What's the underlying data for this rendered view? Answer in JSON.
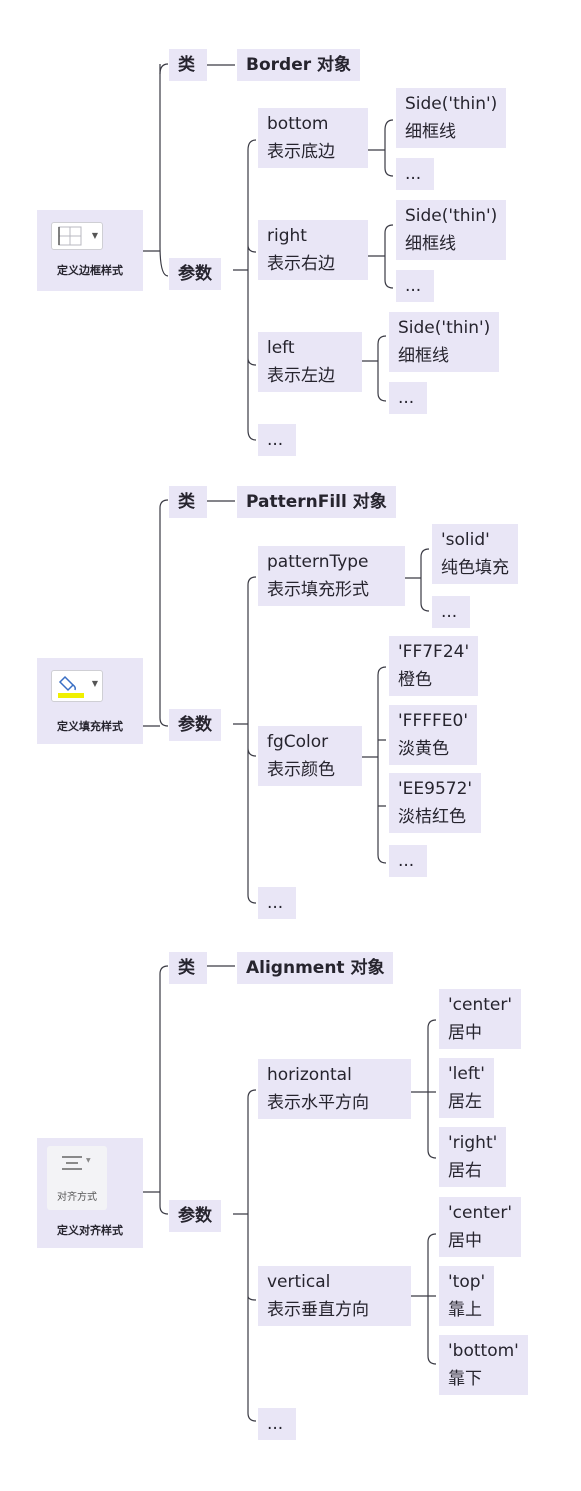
{
  "sections": [
    {
      "root_label": "定义边框样式",
      "lei": "类",
      "class_name": "Border 对象",
      "canshu": "参数",
      "params": [
        {
          "name": "bottom",
          "desc": "表示底边",
          "values": [
            {
              "v": "Side('thin')",
              "d": "细框线"
            }
          ],
          "more": "..."
        },
        {
          "name": "right",
          "desc": "表示右边",
          "values": [
            {
              "v": "Side('thin')",
              "d": "细框线"
            }
          ],
          "more": "..."
        },
        {
          "name": "left",
          "desc": "表示左边",
          "values": [
            {
              "v": "Side('thin')",
              "d": "细框线"
            }
          ],
          "more": "..."
        }
      ],
      "more": "..."
    },
    {
      "root_label": "定义填充样式",
      "lei": "类",
      "class_name": "PatternFill 对象",
      "canshu": "参数",
      "params": [
        {
          "name": "patternType",
          "desc": "表示填充形式",
          "values": [
            {
              "v": "'solid'",
              "d": "纯色填充"
            }
          ],
          "more": "..."
        },
        {
          "name": "fgColor",
          "desc": "表示颜色",
          "values": [
            {
              "v": "'FF7F24'",
              "d": "橙色"
            },
            {
              "v": "'FFFFE0'",
              "d": "淡黄色"
            },
            {
              "v": "'EE9572'",
              "d": "淡桔红色"
            }
          ],
          "more": "..."
        }
      ],
      "more": "..."
    },
    {
      "root_label": "定义对齐样式",
      "icon_caption": "对齐方式",
      "lei": "类",
      "class_name": "Alignment 对象",
      "canshu": "参数",
      "params": [
        {
          "name": "horizontal",
          "desc": "表示水平方向",
          "values": [
            {
              "v": "'center'",
              "d": "居中"
            },
            {
              "v": "'left'",
              "d": "居左"
            },
            {
              "v": "'right'",
              "d": "居右"
            }
          ]
        },
        {
          "name": "vertical",
          "desc": "表示垂直方向",
          "values": [
            {
              "v": "'center'",
              "d": "居中"
            },
            {
              "v": "'top'",
              "d": " 靠上"
            },
            {
              "v": "'bottom'",
              "d": "靠下"
            }
          ]
        }
      ],
      "more": "..."
    }
  ],
  "colors": {
    "node_bg": "#e9e6f6",
    "line": "#3a3a44",
    "fill_yellow": "#f0f000",
    "border_icon": "#c8c8cc"
  }
}
